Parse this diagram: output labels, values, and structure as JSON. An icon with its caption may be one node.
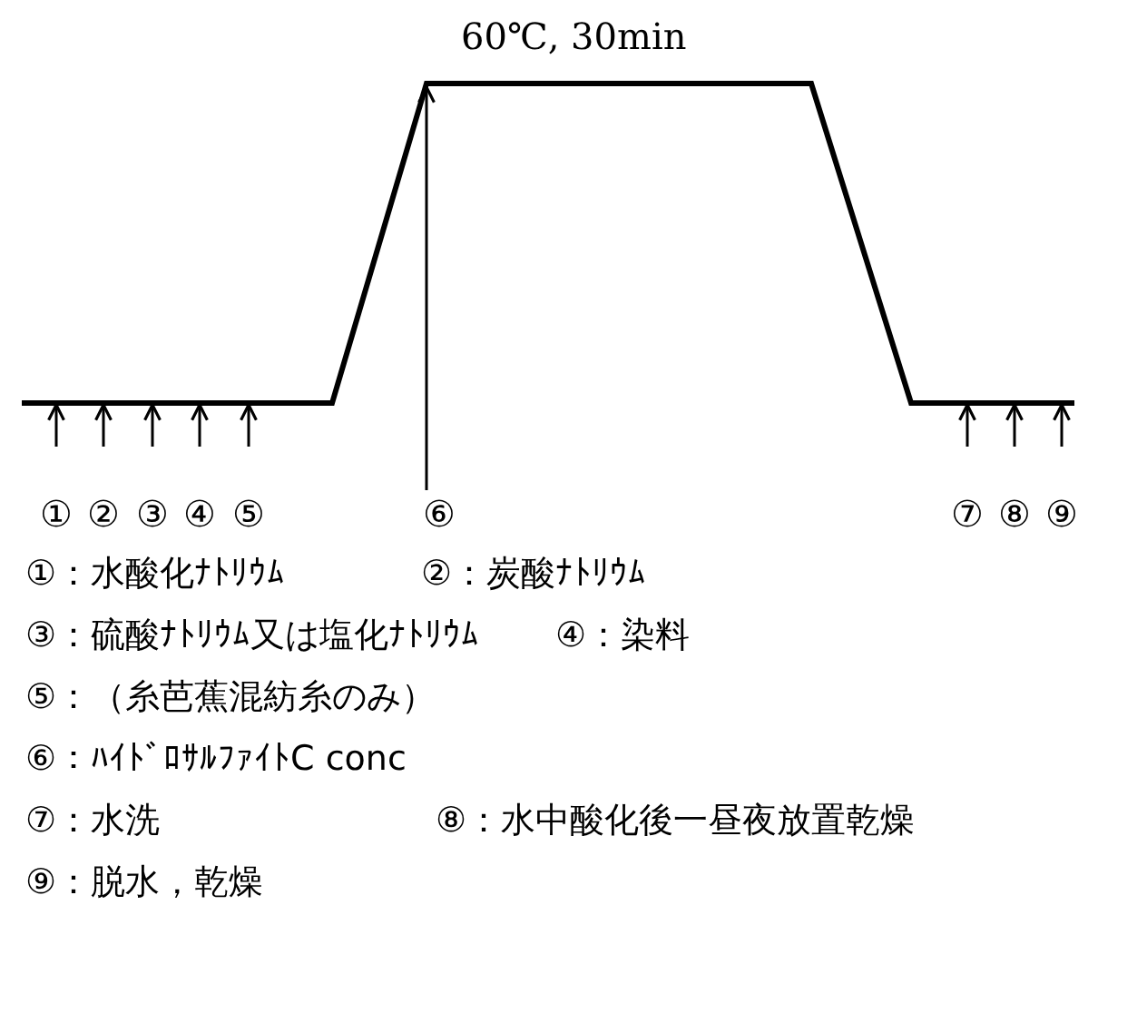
{
  "diagram": {
    "nodes": [
      {
        "text": [
          "60℃, 30min"
        ]
      },
      {
        "text": [
          "①"
        ]
      },
      {
        "text": [
          "②"
        ]
      },
      {
        "text": [
          "③"
        ]
      },
      {
        "text": [
          "④"
        ]
      },
      {
        "text": [
          "⑤"
        ]
      },
      {
        "text": [
          "⑥"
        ]
      },
      {
        "text": [
          "⑦"
        ]
      },
      {
        "text": [
          "⑧"
        ]
      },
      {
        "text": [
          "⑨"
        ]
      }
    ],
    "edges": [
      {
        "from": 1,
        "to": 0,
        "arrow": "to"
      },
      {
        "from": 2,
        "to": 0,
        "arrow": "to"
      },
      {
        "from": 3,
        "to": 0,
        "arrow": "to"
      },
      {
        "from": 4,
        "to": 0,
        "arrow": "to"
      },
      {
        "from": 5,
        "to": 0,
        "arrow": "to"
      },
      {
        "from": 6,
        "to": 0,
        "arrow": "to"
      },
      {
        "from": 7,
        "to": 0,
        "arrow": "to"
      },
      {
        "from": 8,
        "to": 0,
        "arrow": "to"
      },
      {
        "from": 9,
        "to": 0,
        "arrow": "to"
      }
    ],
    "labels": [
      "①：水酸化ﾅﾄﾘｳﾑ",
      "②：炭酸ﾅﾄﾘｳﾑ",
      "③：硫酸ﾅﾄﾘｳﾑ又は塩化ﾅﾄﾘｳﾑ",
      "④：染料",
      "⑤：（糸芭蕉混紡糸のみ）",
      "⑥：ﾊｲﾄﾞﾛｻﾙﾌｧｲﾄC conc",
      "⑦：水洗",
      "⑧：水中酸化後一昼夜放置乾燥",
      "⑨：脱水，乾燥"
    ]
  }
}
